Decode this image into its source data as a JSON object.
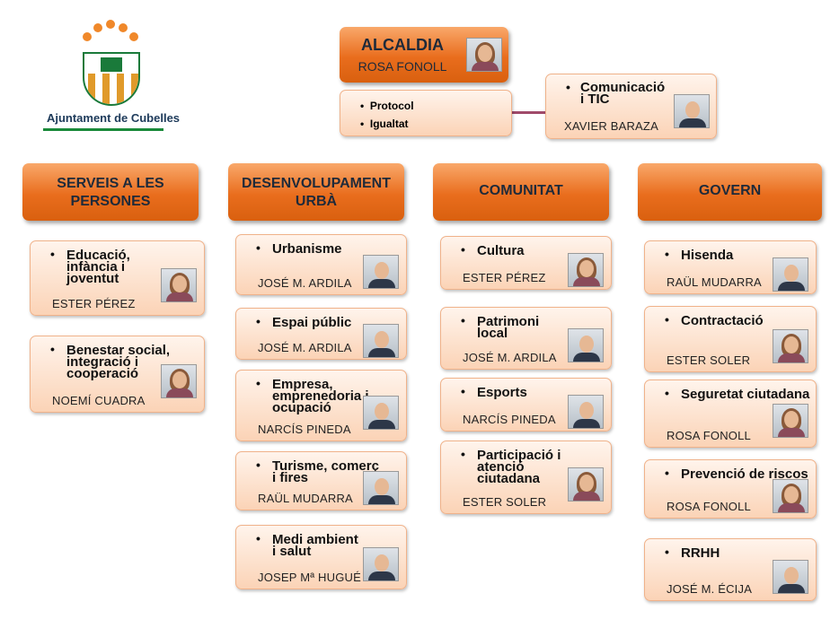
{
  "logo": {
    "text": "Ajuntament de Cubelles",
    "icon": "municipal-shield-logo"
  },
  "alcaldia": {
    "title": "ALCALDIA",
    "person": "ROSA FONOLL",
    "items": [
      "Protocol",
      "Igualtat"
    ],
    "comunicacio": {
      "title_line1": "Comunicació",
      "title_line2": "i TIC",
      "person": "XAVIER BARAZA"
    }
  },
  "colors": {
    "header": "#e96d1d",
    "box": "#fbd3b6",
    "connector": "#a04a6a"
  },
  "departments": [
    {
      "title_line1": "SERVEIS A LES",
      "title_line2": "PERSONES",
      "items": [
        {
          "lines": [
            "Educació,",
            "infància i",
            "joventut"
          ],
          "person": "ESTER PÉREZ"
        },
        {
          "lines": [
            "Benestar social,",
            "integració i",
            "cooperació"
          ],
          "person": "NOEMÍ CUADRA"
        }
      ]
    },
    {
      "title_line1": "DESENVOLUPAMENT",
      "title_line2": "URBÀ",
      "items": [
        {
          "lines": [
            "Urbanisme"
          ],
          "person": "JOSÉ M. ARDILA"
        },
        {
          "lines": [
            "Espai públic"
          ],
          "person": "JOSÉ M. ARDILA"
        },
        {
          "lines": [
            "Empresa,",
            "emprenedoria i",
            "ocupació"
          ],
          "person": "NARCÍS PINEDA"
        },
        {
          "lines": [
            "Turisme, comerç",
            "i fires"
          ],
          "person": "RAÜL MUDARRA"
        },
        {
          "lines": [
            "Medi ambient",
            "i salut"
          ],
          "person": "JOSEP Mª HUGUÉ"
        }
      ]
    },
    {
      "title_line1": "COMUNITAT",
      "title_line2": "",
      "items": [
        {
          "lines": [
            "Cultura"
          ],
          "person": "ESTER PÉREZ"
        },
        {
          "lines": [
            "Patrimoni",
            "local"
          ],
          "person": "JOSÉ M. ARDILA"
        },
        {
          "lines": [
            "Esports"
          ],
          "person": "NARCÍS PINEDA"
        },
        {
          "lines": [
            "Participació i",
            "atenció",
            "ciutadana"
          ],
          "person": "ESTER SOLER"
        }
      ]
    },
    {
      "title_line1": "GOVERN",
      "title_line2": "",
      "items": [
        {
          "lines": [
            "Hisenda"
          ],
          "person": "RAÜL MUDARRA"
        },
        {
          "lines": [
            "Contractació"
          ],
          "person": "ESTER SOLER"
        },
        {
          "lines": [
            "Seguretat ciutadana"
          ],
          "person": "ROSA FONOLL"
        },
        {
          "lines": [
            "Prevenció de riscos"
          ],
          "person": "ROSA FONOLL"
        },
        {
          "lines": [
            "RRHH"
          ],
          "person": "JOSÉ M. ÉCIJA"
        }
      ]
    }
  ]
}
